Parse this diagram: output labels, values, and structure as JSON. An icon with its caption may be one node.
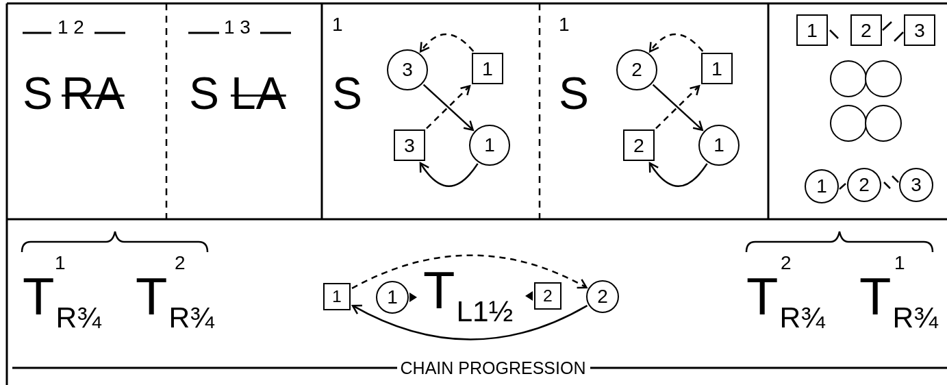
{
  "diagram": {
    "nodes": [
      {
        "text": [
          "3"
        ]
      },
      {
        "text": [
          "1"
        ]
      },
      {
        "text": [
          "3"
        ]
      },
      {
        "text": [
          "1"
        ]
      },
      {
        "text": [
          "2"
        ]
      },
      {
        "text": [
          "1"
        ]
      },
      {
        "text": [
          "2"
        ]
      },
      {
        "text": [
          "1"
        ]
      },
      {
        "text": [
          "1"
        ]
      },
      {
        "text": [
          "2"
        ]
      },
      {
        "text": [
          "3"
        ]
      },
      {
        "text": [],
        "shape": "circle"
      },
      {
        "text": [],
        "shape": "circle"
      },
      {
        "text": [],
        "shape": "circle"
      },
      {
        "text": [],
        "shape": "circle"
      },
      {
        "text": [
          "1"
        ]
      },
      {
        "text": [
          "2"
        ]
      },
      {
        "text": [
          "3"
        ]
      },
      {
        "text": [
          "1"
        ]
      },
      {
        "text": [
          "1"
        ]
      },
      {
        "text": [
          "2"
        ]
      },
      {
        "text": [
          "2"
        ]
      }
    ],
    "edges": [
      {
        "from": 1,
        "to": 0,
        "arrow": "to",
        "style": "dashed"
      },
      {
        "from": 0,
        "to": 3,
        "arrow": "to"
      },
      {
        "from": 2,
        "to": 1,
        "arrow": "to",
        "style": "dashed"
      },
      {
        "from": 3,
        "to": 2,
        "arrow": "to"
      },
      {
        "from": 5,
        "to": 4,
        "arrow": "to",
        "style": "dashed"
      },
      {
        "from": 4,
        "to": 7,
        "arrow": "to"
      },
      {
        "from": 6,
        "to": 5,
        "arrow": "to",
        "style": "dashed"
      },
      {
        "from": 7,
        "to": 6,
        "arrow": "to"
      },
      {
        "from": 18,
        "to": 21,
        "arrow": "to",
        "style": "dashed"
      },
      {
        "from": 21,
        "to": 18,
        "arrow": "to"
      }
    ],
    "labels": [
      "1 2",
      "1 3",
      "S",
      "RA",
      "S",
      "LA",
      "1",
      "S",
      "1",
      "S",
      "1",
      "2",
      "T$_{R¾}$",
      "T$_{R¾}$",
      "T$_{L1½}$",
      "2",
      "1",
      "T$_{R¾}$",
      "T$_{R¾}$",
      "CHAIN PROGRESSION"
    ]
  }
}
